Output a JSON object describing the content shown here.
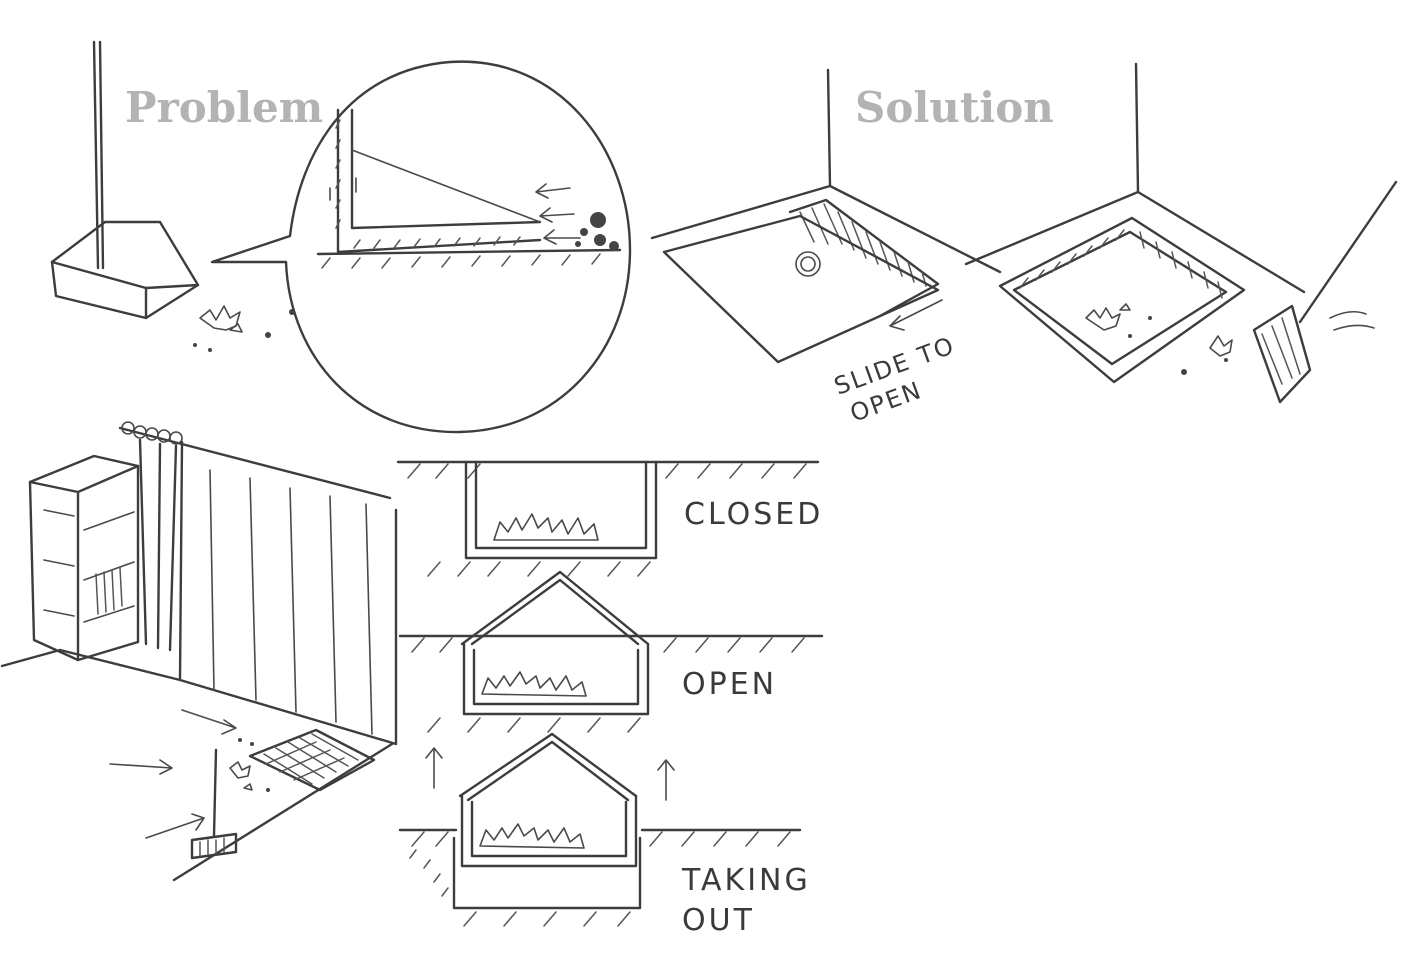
{
  "headings": {
    "problem": "Problem",
    "solution": "Solution"
  },
  "annotations": {
    "slide_line1": "SLIDE TO",
    "slide_line2": "OPEN"
  },
  "states": {
    "closed": "CLOSED",
    "open": "OPEN",
    "taking_out_line1": "TAKING",
    "taking_out_line2": "OUT"
  }
}
